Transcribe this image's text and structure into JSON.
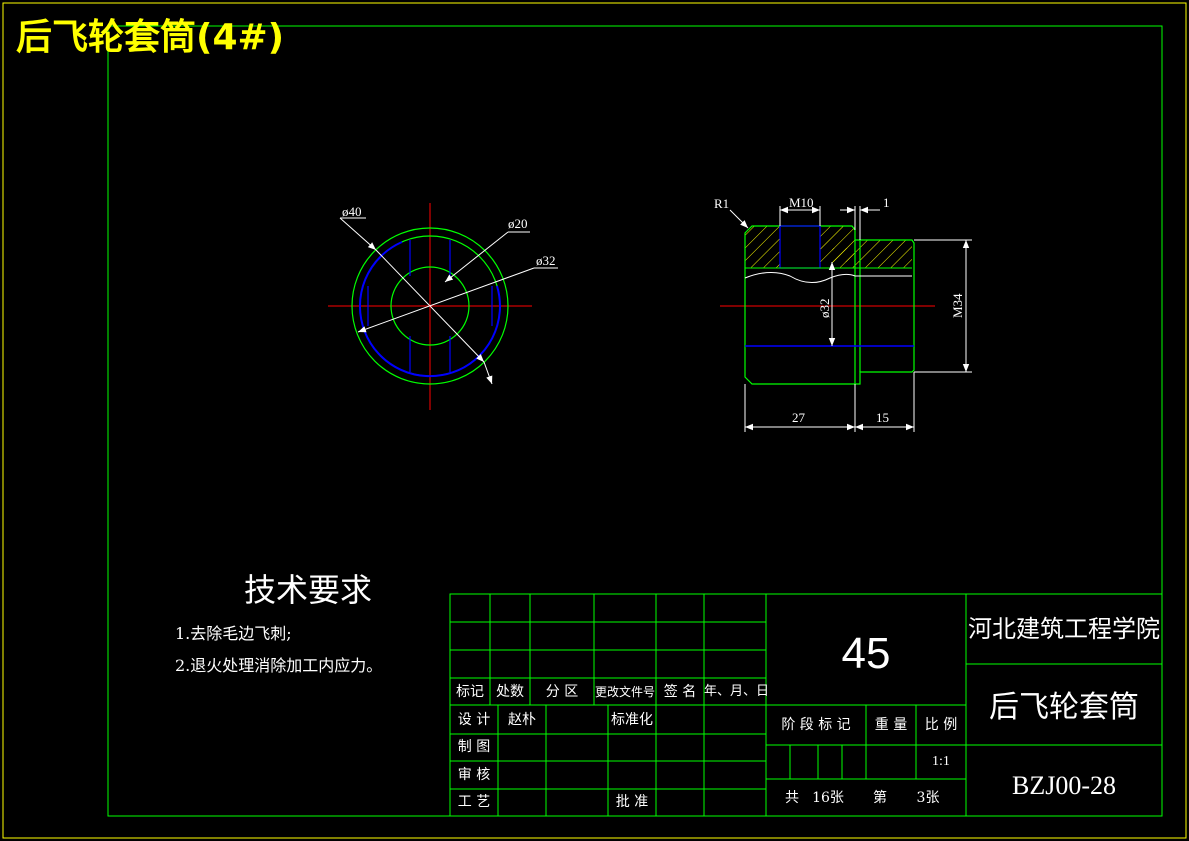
{
  "header": {
    "title": "后飞轮套筒(4#)"
  },
  "colors": {
    "background": "#000000",
    "frame": "#00ff00",
    "outer_border": "#ffff00",
    "outline": "#00ff00",
    "hidden": "#0000ff",
    "center_line": "#ff0000",
    "hatch": "#ffff00",
    "dimension": "#ffffff",
    "title_text": "#ffff00"
  },
  "drawing": {
    "dimensions": {
      "phi40": "ø40",
      "phi20": "ø20",
      "phi32_front": "ø32",
      "r1": "R1",
      "m10": "M10",
      "one": "1",
      "phi32_side": "ø32",
      "m34": "M34",
      "len27": "27",
      "len15": "15"
    }
  },
  "technical_requirements": {
    "title": "技术要求",
    "items": [
      "1.去除毛边飞刺;",
      "2.退火处理消除加工内应力。"
    ]
  },
  "title_block": {
    "material": "45",
    "school": "河北建筑工程学院",
    "part_name": "后飞轮套筒",
    "drawing_number": "BZJ00-28",
    "headers": [
      "标记",
      "处数",
      "分 区",
      "更改文件号",
      "签 名",
      "年、月、日"
    ],
    "design_label": "设 计",
    "designer": "赵朴",
    "standardization_label": "标准化",
    "drawing_label": "制 图",
    "review_label": "审 核",
    "process_label": "工 艺",
    "approve_label": "批 准",
    "stage_label": "阶 段 标 记",
    "weight_label": "重 量",
    "scale_label": "比 例",
    "scale": "1:1",
    "sheet_info": {
      "total_prefix": "共",
      "total": "16张",
      "current_prefix": "第",
      "current": "3张"
    }
  }
}
